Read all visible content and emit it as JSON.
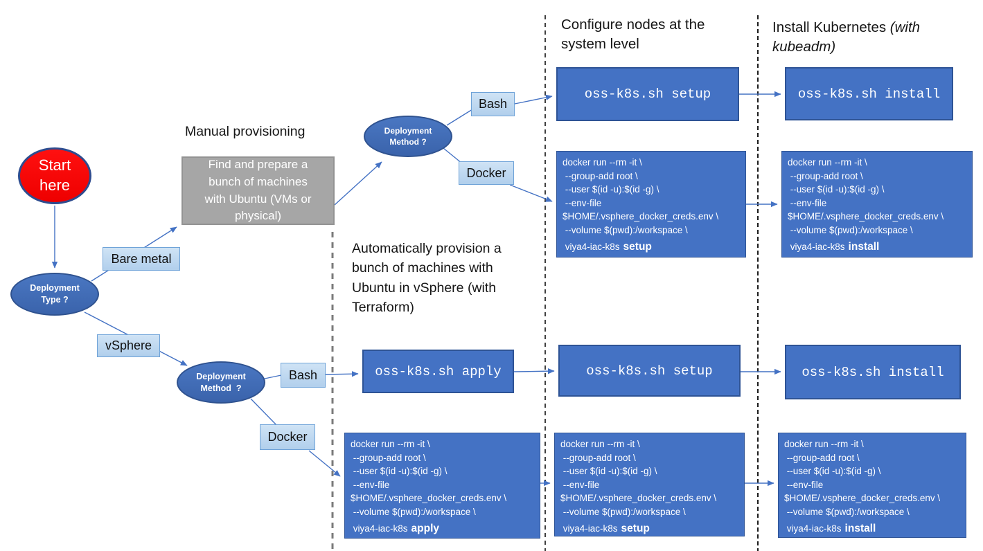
{
  "headers": {
    "configure_nodes": "Configure nodes at the system level",
    "install_kubernetes_regular": "Install Kubernetes ",
    "install_kubernetes_italic": "(with kubeadm)",
    "manual_provisioning": "Manual provisioning",
    "auto_provision": "Automatically provision a bunch of machines with Ubuntu in vSphere (with Terraform)"
  },
  "nodes": {
    "start": {
      "line1": "Start",
      "line2": "here"
    },
    "deployment_type": {
      "line1": "Deployment",
      "line2": "Type ?"
    },
    "deployment_method_top": {
      "line1": "Deployment",
      "line2": "Method ?"
    },
    "deployment_method_bottom": {
      "line1": "Deployment",
      "line2": "Method  ?"
    },
    "bare_metal": "Bare metal",
    "vsphere": "vSphere",
    "bash_top": "Bash",
    "docker_top": "Docker",
    "bash_bottom": "Bash",
    "docker_bottom": "Docker",
    "find_and_prepare": "Find and prepare a bunch of machines with Ubuntu (VMs or physical)"
  },
  "commands": {
    "setup_top": "oss-k8s.sh setup",
    "install_top": "oss-k8s.sh install",
    "apply": "oss-k8s.sh apply",
    "setup_bottom": "oss-k8s.sh setup",
    "install_bottom": "oss-k8s.sh install"
  },
  "docker_command": {
    "lines": [
      "docker run --rm -it \\",
      " --group-add root \\",
      " --user $(id -u):$(id -g) \\",
      " --env-file",
      "$HOME/.vsphere_docker_creds.env \\",
      " --volume $(pwd):/workspace \\"
    ],
    "image": "viya4-iac-k8s",
    "verbs": {
      "top_mid": "setup",
      "top_right": "install",
      "bottom_left": "apply",
      "bottom_mid": "setup",
      "bottom_right": "install"
    }
  },
  "colors": {
    "command_box_blue": "#4472C4",
    "command_box_border": "#2E5395",
    "ellipse_blue": "#3E6BB4",
    "ellipse_border": "#2F528F",
    "label_light_blue": "#BDD7EE",
    "label_border": "#6FA3D8",
    "gray_box": "#A6A6A6",
    "start_red": "#F70000",
    "connector_blue": "#4472C4",
    "dashed_line": "#2B2B2B"
  }
}
